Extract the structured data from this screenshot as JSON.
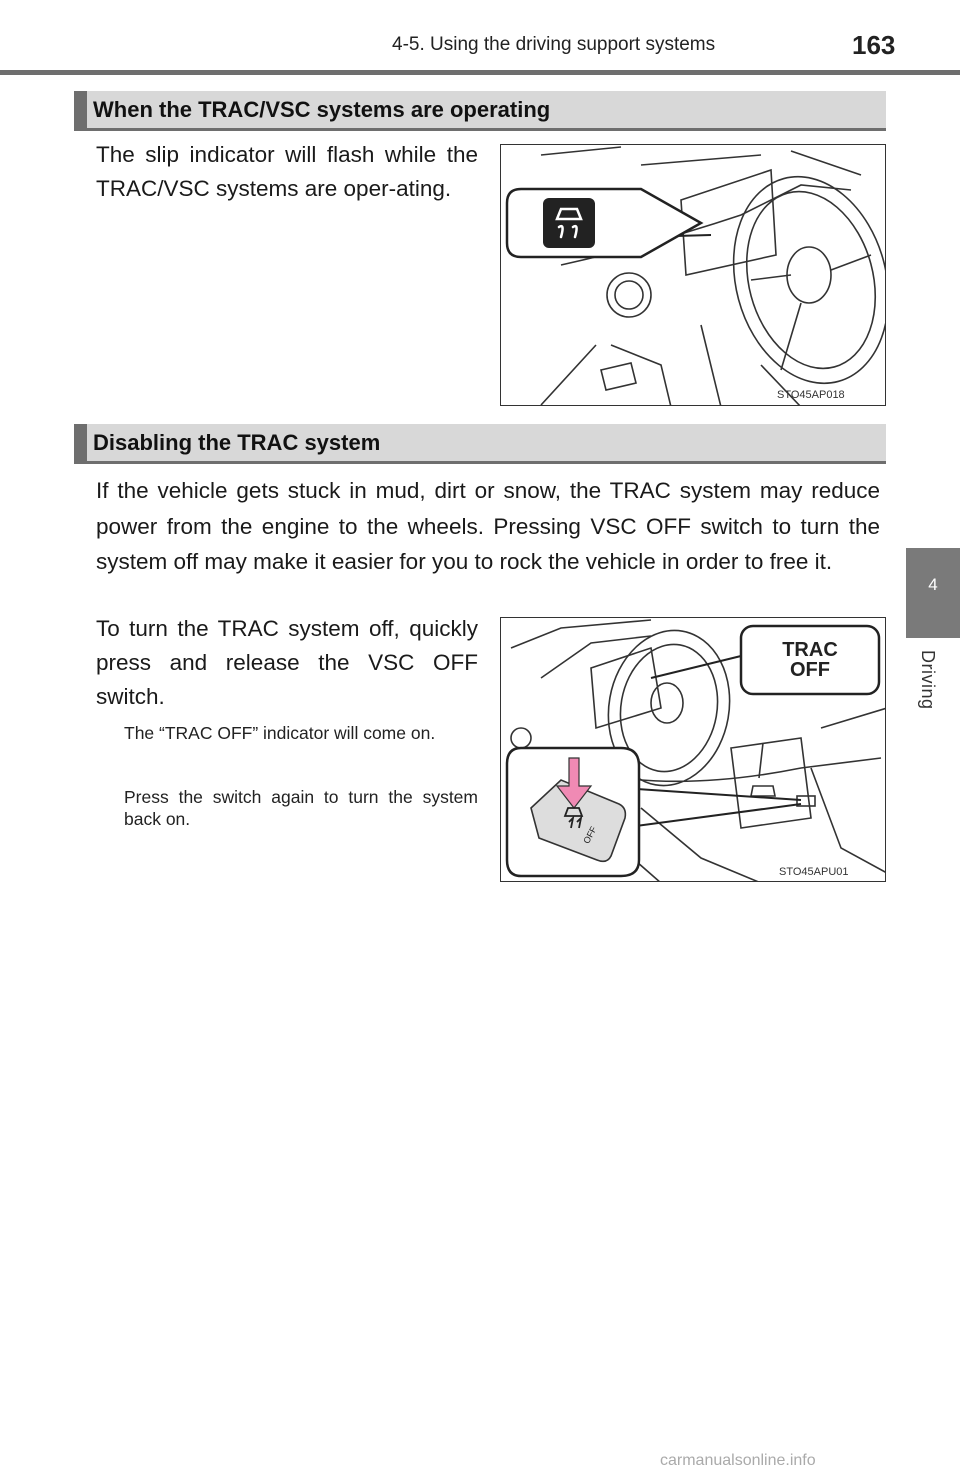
{
  "header": {
    "section_title": "4-5. Using the driving support systems",
    "page_number": "163"
  },
  "side_tab": {
    "chapter_number": "4",
    "chapter_label": "Driving"
  },
  "section1": {
    "heading": "When the TRAC/VSC systems are operating",
    "body": "The slip indicator will flash while the TRAC/VSC systems are oper-ating.",
    "figure_code": "STO45AP018"
  },
  "section2": {
    "heading": "Disabling the TRAC system",
    "intro": "If the vehicle gets stuck in mud, dirt or snow, the TRAC system may reduce power from the engine to the wheels. Pressing VSC OFF switch to turn the system off may make it easier for you to rock the vehicle in order to free it.",
    "instruction": "To turn the TRAC system off, quickly press and release the VSC OFF switch.",
    "note1": "The “TRAC OFF” indicator will come on.",
    "note2": "Press the switch again to turn the system back on.",
    "figure_label_line1": "TRAC",
    "figure_label_line2": "OFF",
    "figure_switch_text": "OFF",
    "figure_code": "STO45APU01"
  },
  "footer": {
    "watermark": "carmanualsonline.info"
  },
  "colors": {
    "accent_gray": "#6e6e6e",
    "heading_bg": "#d8d8d8",
    "arrow_pink": "#f08ab4"
  }
}
